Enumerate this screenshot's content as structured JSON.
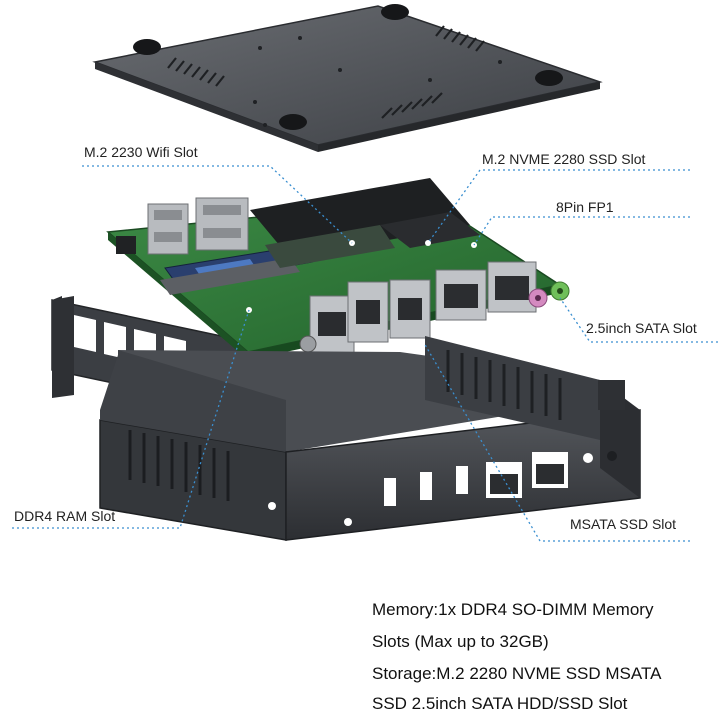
{
  "callouts": {
    "wifi_slot": "M.2 2230 Wifi Slot",
    "nvme_slot": "M.2 NVME 2280 SSD Slot",
    "fp1": "8Pin FP1",
    "sata_slot": "2.5inch SATA Slot",
    "ram_slot": "DDR4 RAM Slot",
    "msata_slot": "MSATA SSD Slot"
  },
  "specs": {
    "line1": "Memory:1x DDR4 SO-DIMM Memory",
    "line2": "Slots (Max up to 32GB)",
    "line3": "Storage:M.2 2280 NVME SSD MSATA",
    "line4": "SSD 2.5inch SATA HDD/SSD Slot"
  },
  "colors": {
    "pcb": "#2f7a3a",
    "case": "#3a3d42",
    "lid": "#4a4d52",
    "callout_line": "#3a8fd0"
  }
}
